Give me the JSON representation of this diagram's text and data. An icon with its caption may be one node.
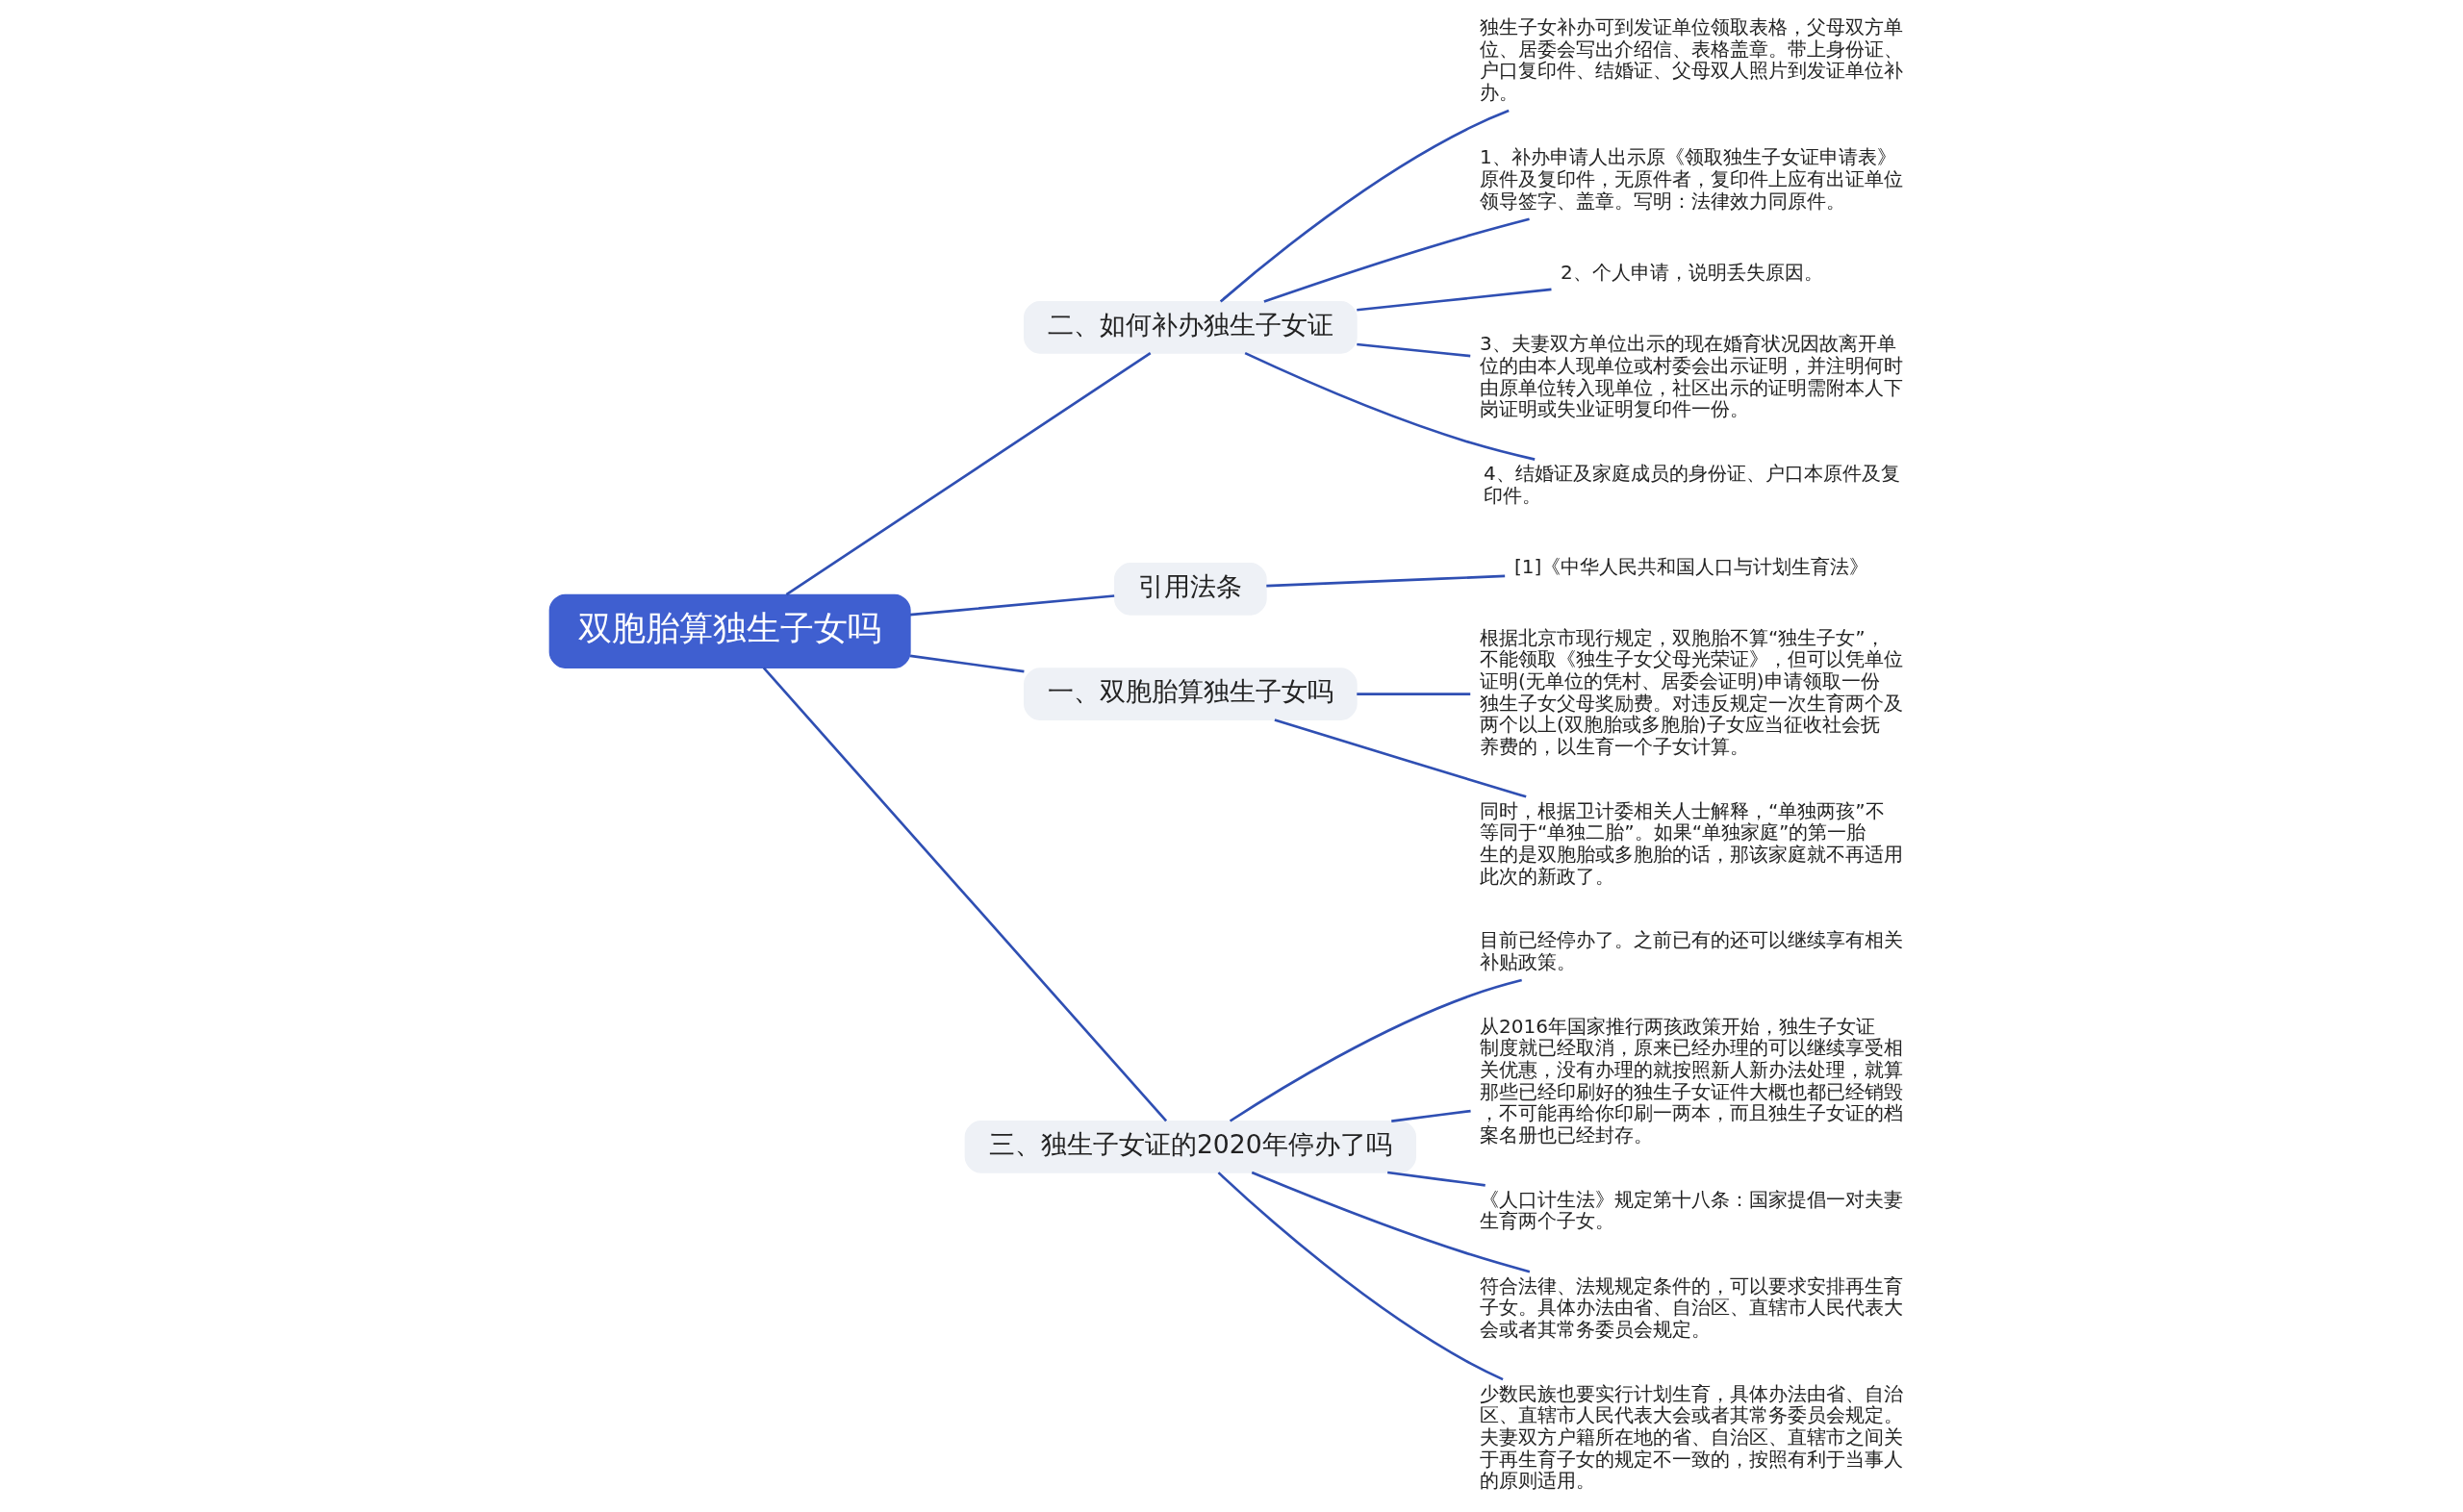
{
  "diagram": {
    "nodes": [
      {
        "text": [
          "双胞胎算独生子女吗"
        ]
      },
      {
        "text": [
          "二、如何补办独生子女证"
        ]
      },
      {
        "text": [
          "独生子女补办可到发证单位领取表格，父母双方单位、居委会写出介绍信、表格盖章。带上身份证、户口复印件、结婚证、父母双人照片到发证单位补办。"
        ]
      },
      {
        "text": [
          "1、补办申请人出示原《领取独生子女证申请表》原件及复印件，无原件者，复印件上应有出证单位领导签字、盖章。写明：法律效力同原件。"
        ]
      },
      {
        "text": [
          "2、个人申请，说明丢失原因。"
        ]
      },
      {
        "text": [
          "3、夫妻双方单位出示的现在婚育状况因故离开单位的由本人现单位或村委会出示证明，并注明何时由原单位转入现单位，社区出示的证明需附本人下岗证明或失业证明复印件一份。"
        ]
      },
      {
        "text": [
          "4、结婚证及家庭成员的身份证、户口本原件及复印件。"
        ]
      },
      {
        "text": [
          "引用法条"
        ]
      },
      {
        "text": [
          "[1]《中华人民共和国人口与计划生育法》"
        ]
      },
      {
        "text": [
          "一、双胞胎算独生子女吗"
        ]
      },
      {
        "text": [
          "根据北京市现行规定，双胞胎不算“独生子女”，不能领取《独生子女父母光荣证》，但可以凭单位证明(无单位的凭村、居委会证明)申请领取一份独生子女父母奖励费。对违反规定一次生育两个及两个以上(双胞胎或多胞胎)子女应当征收社会抚养费的，以生育一个子女计算。"
        ]
      },
      {
        "text": [
          "同时，根据卫计委相关人士解释，“单独两孩”不等同于“单独二胎”。如果“单独家庭”的第一胎生的是双胞胎或多胞胎的话，那该家庭就不再适用此次的新政了。"
        ]
      },
      {
        "text": [
          "三、独生子女证的2020年停办了吗"
        ]
      },
      {
        "text": [
          "目前已经停办了。之前已有的还可以继续享有相关补贴政策。"
        ]
      },
      {
        "text": [
          "从2016年国家推行两孩政策开始，独生子女证制度就已经取消，原来已经办理的可以继续享受相关优惠，没有办理的就按照新人新办法处理，就算那些已经印刷好的独生子女证件大概也都已经销毁，不可能再给你印刷一两本，而且独生子女证的档案名册也已经封存。"
        ]
      },
      {
        "text": [
          "《人口计生法》规定第十八条：国家提倡一对夫妻生育两个子女。"
        ]
      },
      {
        "text": [
          "符合法律、法规规定条件的，可以要求安排再生育子女。具体办法由省、自治区、直辖市人民代表大会或者其常务委员会规定。"
        ]
      },
      {
        "text": [
          "少数民族也要实行计划生育，具体办法由省、自治区、直辖市人民代表大会或者其常务委员会规定。夫妻双方户籍所在地的省、自治区、直辖市之间关于再生育子女的规定不一致的，按照有利于当事人的原则适用。"
        ]
      }
    ],
    "edges": [
      {
        "from": 0,
        "to": 1,
        "arrow": "none"
      },
      {
        "from": 1,
        "to": 2,
        "arrow": "none"
      },
      {
        "from": 1,
        "to": 3,
        "arrow": "none"
      },
      {
        "from": 1,
        "to": 4,
        "arrow": "none"
      },
      {
        "from": 1,
        "to": 5,
        "arrow": "none"
      },
      {
        "from": 1,
        "to": 6,
        "arrow": "none"
      },
      {
        "from": 0,
        "to": 7,
        "arrow": "none"
      },
      {
        "from": 7,
        "to": 8,
        "arrow": "none"
      },
      {
        "from": 0,
        "to": 9,
        "arrow": "none"
      },
      {
        "from": 9,
        "to": 10,
        "arrow": "none"
      },
      {
        "from": 9,
        "to": 11,
        "arrow": "none"
      },
      {
        "from": 0,
        "to": 12,
        "arrow": "none"
      },
      {
        "from": 12,
        "to": 13,
        "arrow": "none"
      },
      {
        "from": 12,
        "to": 14,
        "arrow": "none"
      },
      {
        "from": 12,
        "to": 15,
        "arrow": "none"
      },
      {
        "from": 12,
        "to": 16,
        "arrow": "none"
      },
      {
        "from": 12,
        "to": 17,
        "arrow": "none"
      }
    ]
  }
}
